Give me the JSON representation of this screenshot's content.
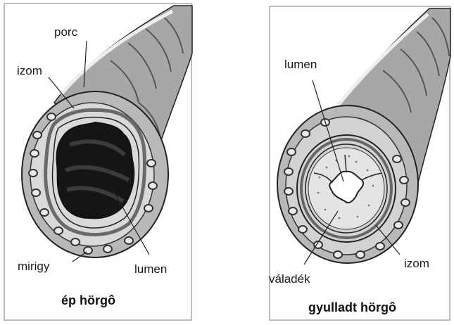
{
  "left": {
    "labels": {
      "porc": "porc",
      "izom": "izom",
      "mirigy": "mirigy",
      "lumen": "lumen"
    },
    "caption": "ép hörgô"
  },
  "right": {
    "labels": {
      "lumen": "lumen",
      "izom": "izom",
      "valadek": "váladék"
    },
    "caption": "gyulladt hörgô"
  },
  "colors": {
    "tissue": "#9a9a9a",
    "tissue_light": "#cfcfcf",
    "muscle": "#8a8a8a",
    "lumen_dark": "#151515",
    "outline": "#222222"
  }
}
